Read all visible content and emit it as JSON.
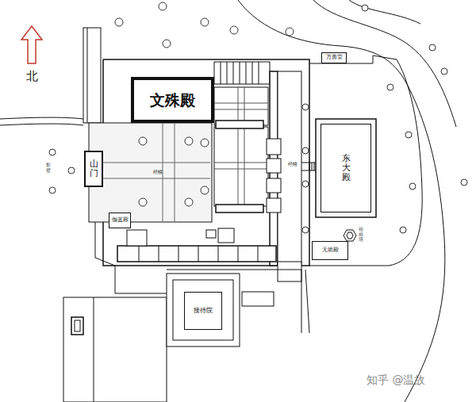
{
  "diagram": {
    "nodes": [
      {
        "text": [
          "文殊殿"
        ]
      },
      {
        "text": [
          "山门"
        ]
      },
      {
        "text": [
          "东大殿"
        ]
      },
      {
        "text": [
          "伽蓝殿"
        ]
      },
      {
        "text": [
          "万善堂"
        ]
      },
      {
        "text": [
          "无垢殿"
        ]
      },
      {
        "text": [
          "接待院"
        ]
      }
    ],
    "labels": [
      "北",
      "经幢",
      "经幢",
      "祖师塔",
      "影壁",
      "知乎 @温故"
    ]
  }
}
